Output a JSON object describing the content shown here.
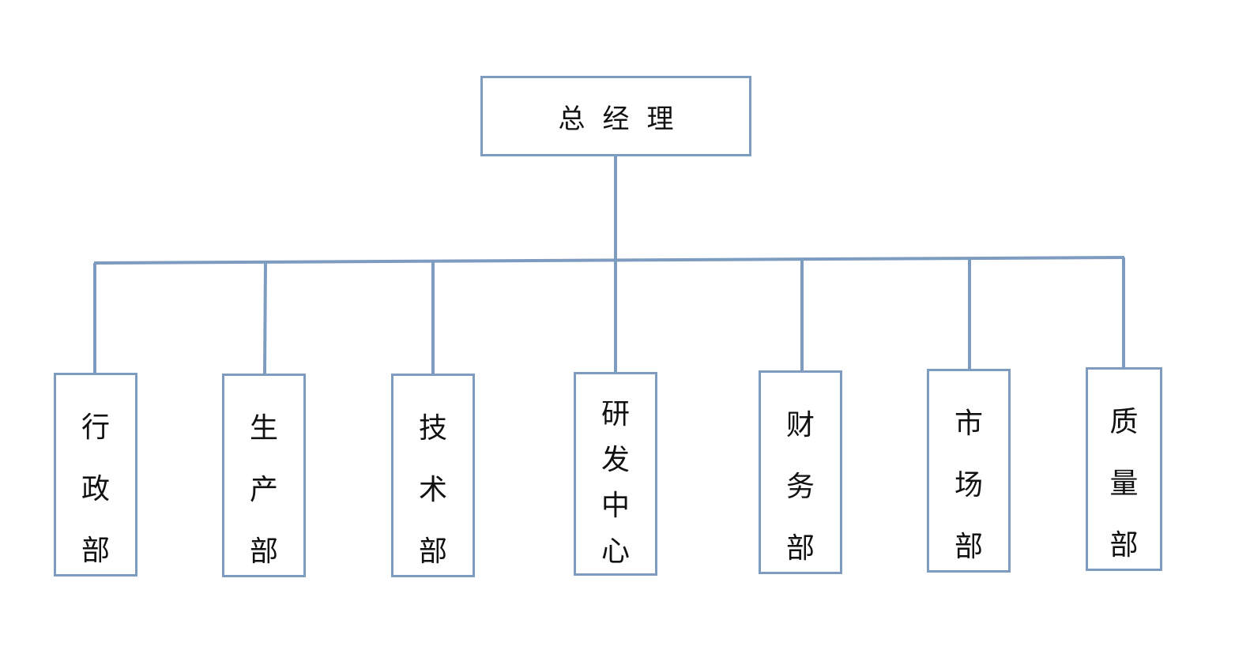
{
  "top": {
    "label": "总经理",
    "chars": [
      "总",
      "经",
      "理"
    ]
  },
  "departments": [
    {
      "label": "行政部",
      "chars": [
        "行",
        "政",
        "部"
      ]
    },
    {
      "label": "生产部",
      "chars": [
        "生",
        "产",
        "部"
      ]
    },
    {
      "label": "技术部",
      "chars": [
        "技",
        "术",
        "部"
      ]
    },
    {
      "label": "研发中心",
      "chars": [
        "研",
        "发",
        "中",
        "心"
      ]
    },
    {
      "label": "财务部",
      "chars": [
        "财",
        "务",
        "部"
      ]
    },
    {
      "label": "市场部",
      "chars": [
        "市",
        "场",
        "部"
      ]
    },
    {
      "label": "质量部",
      "chars": [
        "质",
        "量",
        "部"
      ]
    }
  ],
  "colors": {
    "line": "#7d9cc0",
    "text": "#111111",
    "background": "#ffffff"
  }
}
